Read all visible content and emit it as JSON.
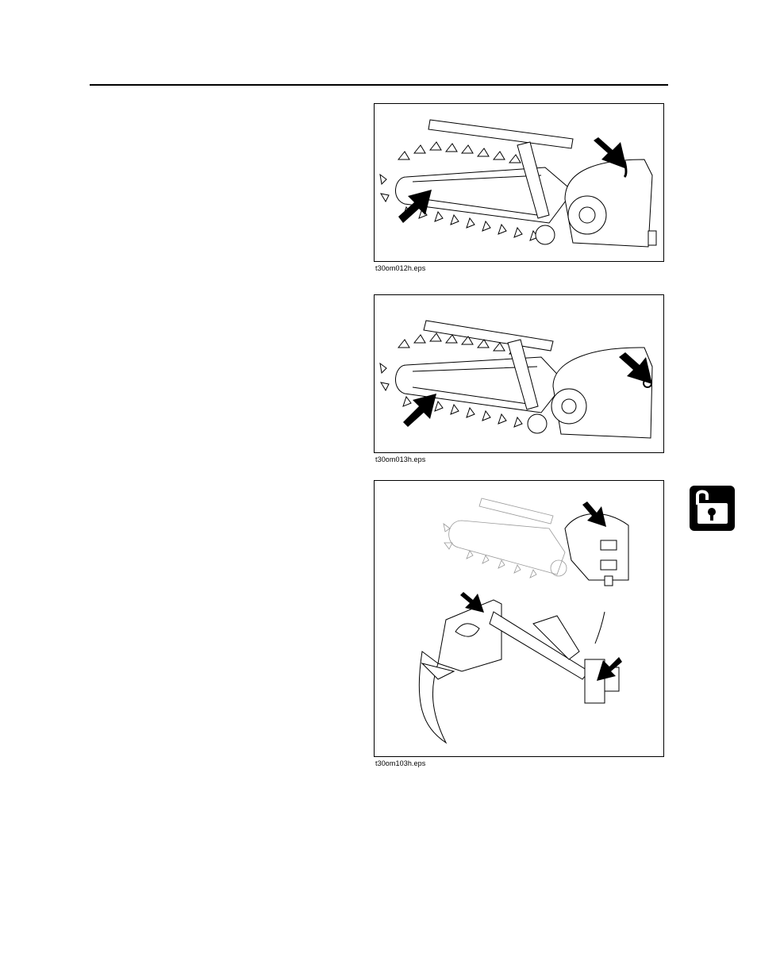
{
  "page": {
    "section_tab_icon": "lock-padlock-icon",
    "accent": "#000000"
  },
  "figures": [
    {
      "caption": "t30om012h.eps",
      "illustration": "trencher-boom-chain-side-view",
      "callout_arrows": 2
    },
    {
      "caption": "t30om013h.eps",
      "illustration": "trencher-boom-chain-side-view",
      "callout_arrows": 2
    },
    {
      "caption": "t30om103h.eps",
      "illustration": "trencher-and-plow-attachment-views",
      "callout_arrows": 3
    }
  ]
}
